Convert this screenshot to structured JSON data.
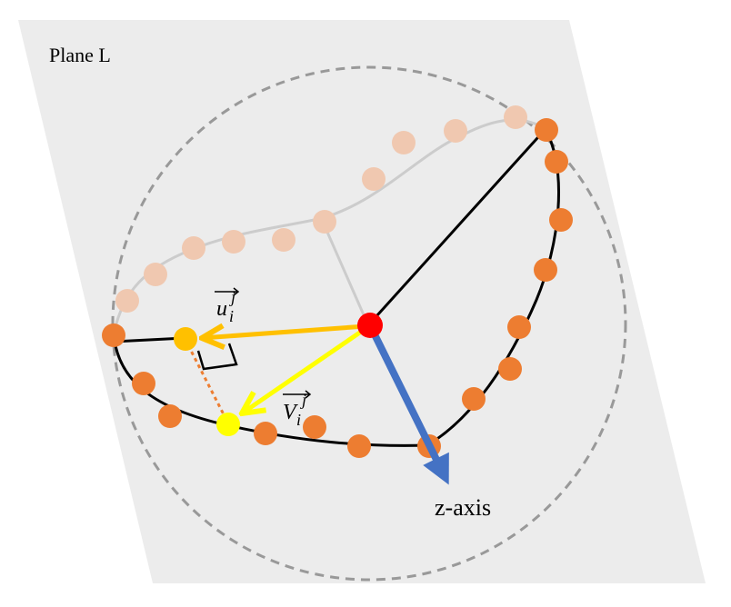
{
  "plane": {
    "label": "Plane L",
    "fill_color": "#ececec"
  },
  "axis": {
    "label": "z-axis",
    "color": "#4472c4"
  },
  "vectors": {
    "u": {
      "base": "u",
      "sub": "i",
      "sup": "j",
      "color": "#ffc000"
    },
    "v": {
      "base": "V",
      "sub": "i",
      "sup": "j",
      "color": "#ffff00"
    }
  },
  "points": {
    "center_color": "#ff0000",
    "front_color": "#ed7d31",
    "back_color": "#f0c8b0",
    "u_color": "#ffc000",
    "v_color": "#ffff00"
  },
  "boundary": {
    "style": "dashed",
    "color": "#999999"
  }
}
